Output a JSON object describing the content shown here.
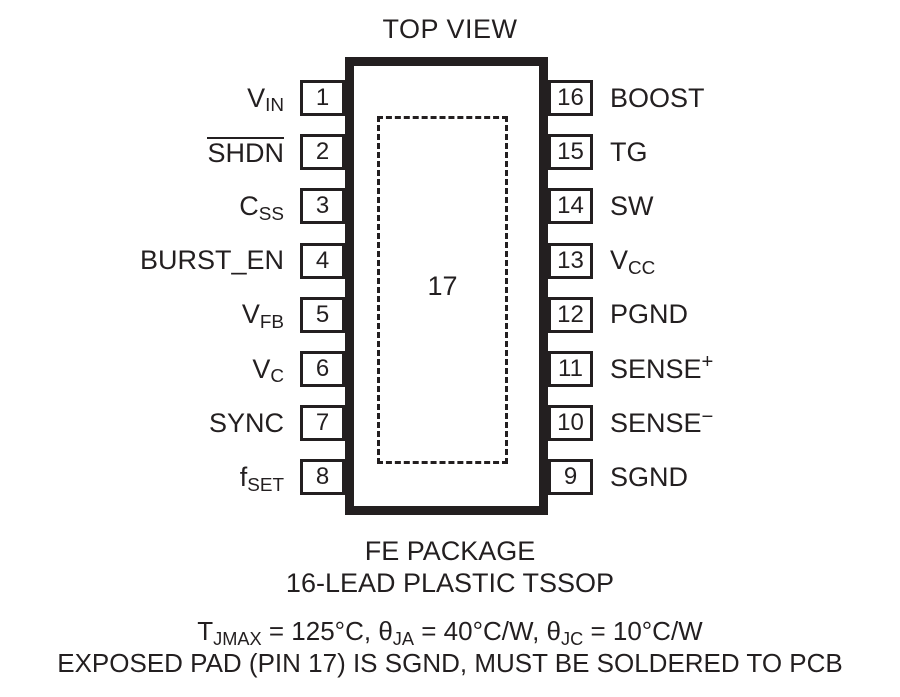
{
  "diagram": {
    "title": "TOP VIEW",
    "exposed_pad_number": "17",
    "package_name": "FE PACKAGE",
    "package_description": "16-LEAD PLASTIC TSSOP",
    "thermal_spec": "TJMAX = 125°C, θJA = 40°C/W, θJC = 10°C/W",
    "exposed_pad_note": "EXPOSED PAD (PIN 17) IS SGND, MUST BE SOLDERED TO PCB",
    "thermal_parts": {
      "t_symbol": "T",
      "t_sub": "JMAX",
      "t_value": " = 125°C, ",
      "theta_ja_symbol": "θ",
      "theta_ja_sub": "JA",
      "theta_ja_value": " = 40°C/W, ",
      "theta_jc_symbol": "θ",
      "theta_jc_sub": "JC",
      "theta_jc_value": " = 10°C/W"
    }
  },
  "pins_left": [
    {
      "number": "1",
      "label": "VIN",
      "base": "V",
      "sub": "IN",
      "sup": "",
      "overline": false
    },
    {
      "number": "2",
      "label": "SHDN",
      "base": "SHDN",
      "sub": "",
      "sup": "",
      "overline": true
    },
    {
      "number": "3",
      "label": "CSS",
      "base": "C",
      "sub": "SS",
      "sup": "",
      "overline": false
    },
    {
      "number": "4",
      "label": "BURST_EN",
      "base": "BURST_EN",
      "sub": "",
      "sup": "",
      "overline": false
    },
    {
      "number": "5",
      "label": "VFB",
      "base": "V",
      "sub": "FB",
      "sup": "",
      "overline": false
    },
    {
      "number": "6",
      "label": "VC",
      "base": "V",
      "sub": "C",
      "sup": "",
      "overline": false
    },
    {
      "number": "7",
      "label": "SYNC",
      "base": "SYNC",
      "sub": "",
      "sup": "",
      "overline": false
    },
    {
      "number": "8",
      "label": "fSET",
      "base": "f",
      "sub": "SET",
      "sup": "",
      "overline": false
    }
  ],
  "pins_right": [
    {
      "number": "16",
      "label": "BOOST",
      "base": "BOOST",
      "sub": "",
      "sup": "",
      "overline": false
    },
    {
      "number": "15",
      "label": "TG",
      "base": "TG",
      "sub": "",
      "sup": "",
      "overline": false
    },
    {
      "number": "14",
      "label": "SW",
      "base": "SW",
      "sub": "",
      "sup": "",
      "overline": false
    },
    {
      "number": "13",
      "label": "VCC",
      "base": "V",
      "sub": "CC",
      "sup": "",
      "overline": false
    },
    {
      "number": "12",
      "label": "PGND",
      "base": "PGND",
      "sub": "",
      "sup": "",
      "overline": false
    },
    {
      "number": "11",
      "label": "SENSE+",
      "base": "SENSE",
      "sub": "",
      "sup": "+",
      "overline": false
    },
    {
      "number": "10",
      "label": "SENSE-",
      "base": "SENSE",
      "sub": "",
      "sup": "−",
      "overline": false
    },
    {
      "number": "9",
      "label": "SGND",
      "base": "SGND",
      "sub": "",
      "sup": "",
      "overline": false
    }
  ],
  "colors": {
    "ink": "#231f20",
    "background": "#ffffff"
  }
}
